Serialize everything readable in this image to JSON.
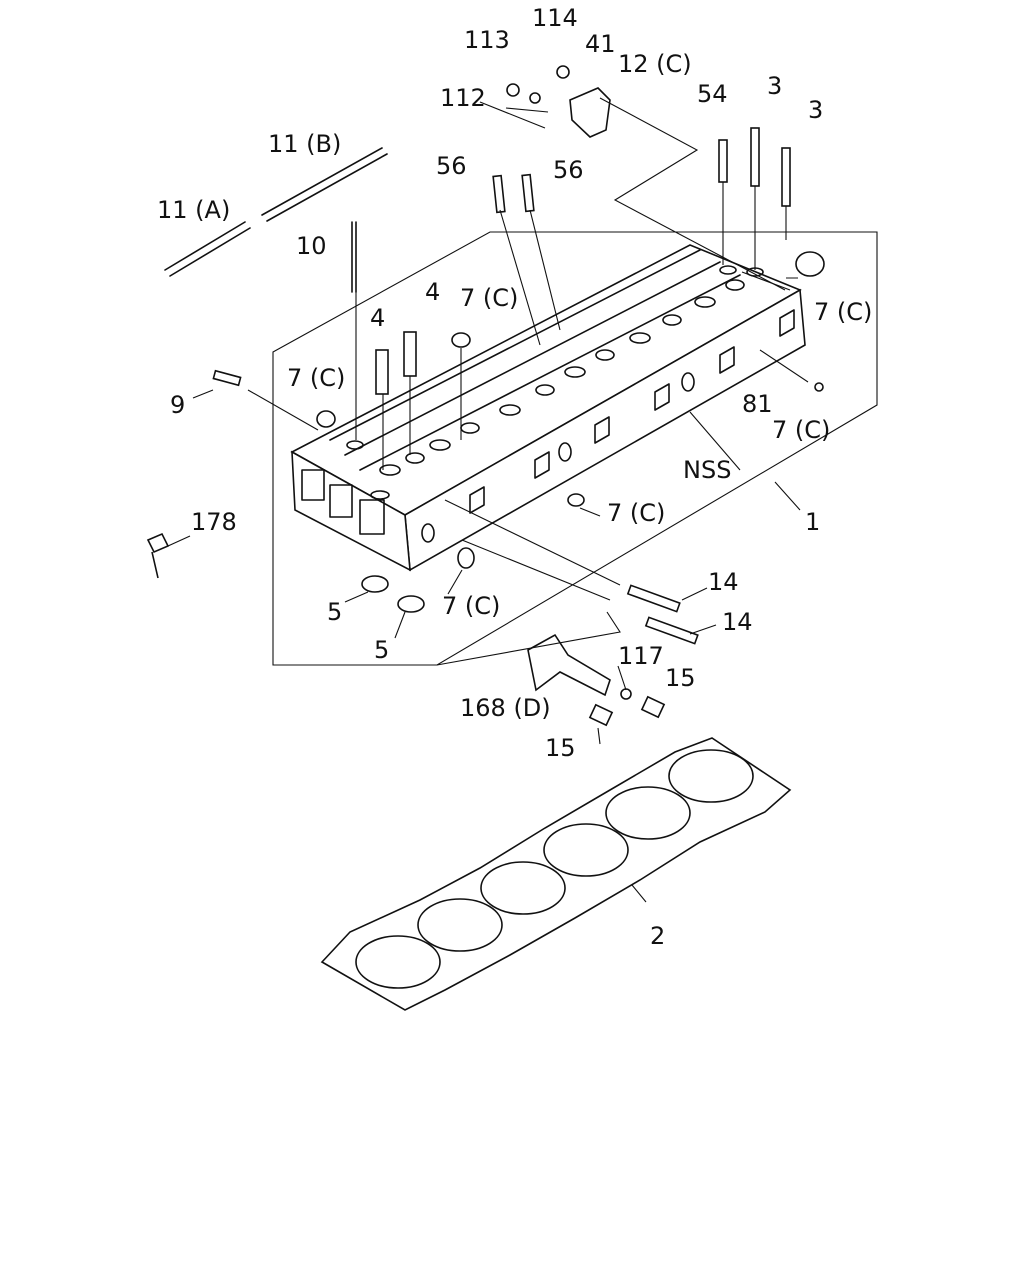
{
  "callouts": [
    {
      "id": "c113",
      "text": "113"
    },
    {
      "id": "c114",
      "text": "114"
    },
    {
      "id": "c41",
      "text": "41"
    },
    {
      "id": "c12c",
      "text": "12 (C)"
    },
    {
      "id": "c112",
      "text": "112"
    },
    {
      "id": "c54",
      "text": "54"
    },
    {
      "id": "c3a",
      "text": "3"
    },
    {
      "id": "c3b",
      "text": "3"
    },
    {
      "id": "c11b",
      "text": "11 (B)"
    },
    {
      "id": "c11a",
      "text": "11 (A)"
    },
    {
      "id": "c56a",
      "text": "56"
    },
    {
      "id": "c56b",
      "text": "56"
    },
    {
      "id": "c10",
      "text": "10"
    },
    {
      "id": "c4a",
      "text": "4"
    },
    {
      "id": "c4b",
      "text": "4"
    },
    {
      "id": "c7c1",
      "text": "7 (C)"
    },
    {
      "id": "c7c2",
      "text": "7 (C)"
    },
    {
      "id": "c7c3",
      "text": "7 (C)"
    },
    {
      "id": "c9",
      "text": "9"
    },
    {
      "id": "c81",
      "text": "81"
    },
    {
      "id": "c7c4",
      "text": "7 (C)"
    },
    {
      "id": "cnss",
      "text": "NSS"
    },
    {
      "id": "c7c5",
      "text": "7 (C)"
    },
    {
      "id": "c178",
      "text": "178"
    },
    {
      "id": "c1",
      "text": "1"
    },
    {
      "id": "c5a",
      "text": "5"
    },
    {
      "id": "c7c6",
      "text": "7 (C)"
    },
    {
      "id": "c5b",
      "text": "5"
    },
    {
      "id": "c14a",
      "text": "14"
    },
    {
      "id": "c14b",
      "text": "14"
    },
    {
      "id": "c117",
      "text": "117"
    },
    {
      "id": "c15a",
      "text": "15"
    },
    {
      "id": "c168d",
      "text": "168 (D)"
    },
    {
      "id": "c15b",
      "text": "15"
    },
    {
      "id": "c2",
      "text": "2"
    }
  ]
}
